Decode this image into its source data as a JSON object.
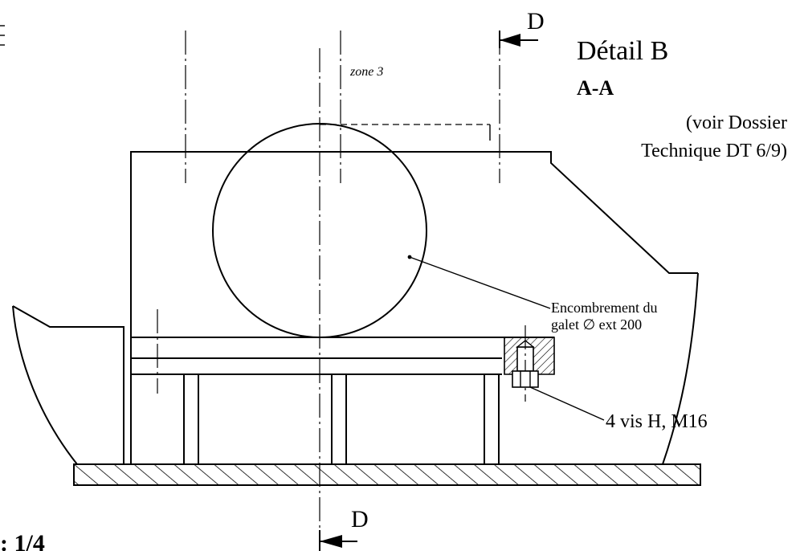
{
  "labels": {
    "section_letter": "D",
    "zone": "zone 3",
    "detail_title": "Détail B",
    "section_title": "A-A",
    "reference_line1": "(voir Dossier",
    "reference_line2": "Technique DT 6/9)",
    "roller_line1": "Encombrement du",
    "roller_line2": "galet ∅ ext 200",
    "screws": "4 vis H, M16",
    "scale_fragment": ": 1/4"
  }
}
